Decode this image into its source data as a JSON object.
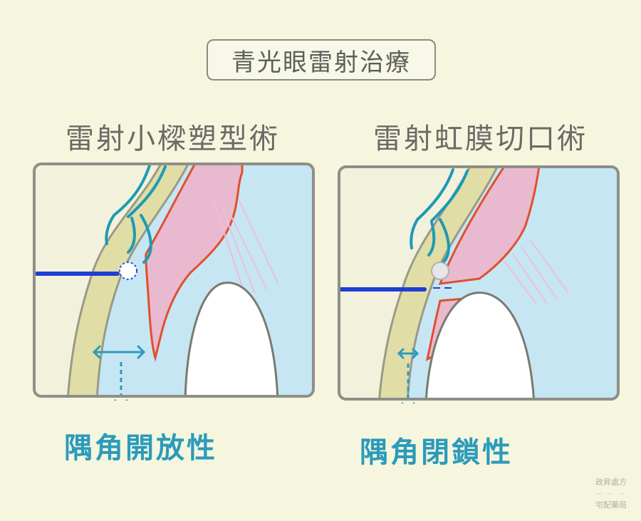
{
  "title": "青光眼雷射治療",
  "panels": [
    {
      "title": "雷射小樑塑型術",
      "angle_label": "隅角開放性"
    },
    {
      "title": "雷射虹膜切口術",
      "angle_label": "隅角閉鎖性"
    }
  ],
  "watermark": {
    "line1": "政昇處方",
    "separator": "— — —",
    "line2": "宅配藥局"
  },
  "colors": {
    "background": "#f6f6df",
    "anterior_chamber": "#c6e6f4",
    "cornea_sclera": "#e0dda6",
    "iris": "#e9b9cf",
    "iris_outline": "#e0502c",
    "lens": "#ffffff",
    "laser_beam": "#1f3fd3",
    "canal": "#1d9ab4",
    "annotation": "#2b9bbb"
  }
}
